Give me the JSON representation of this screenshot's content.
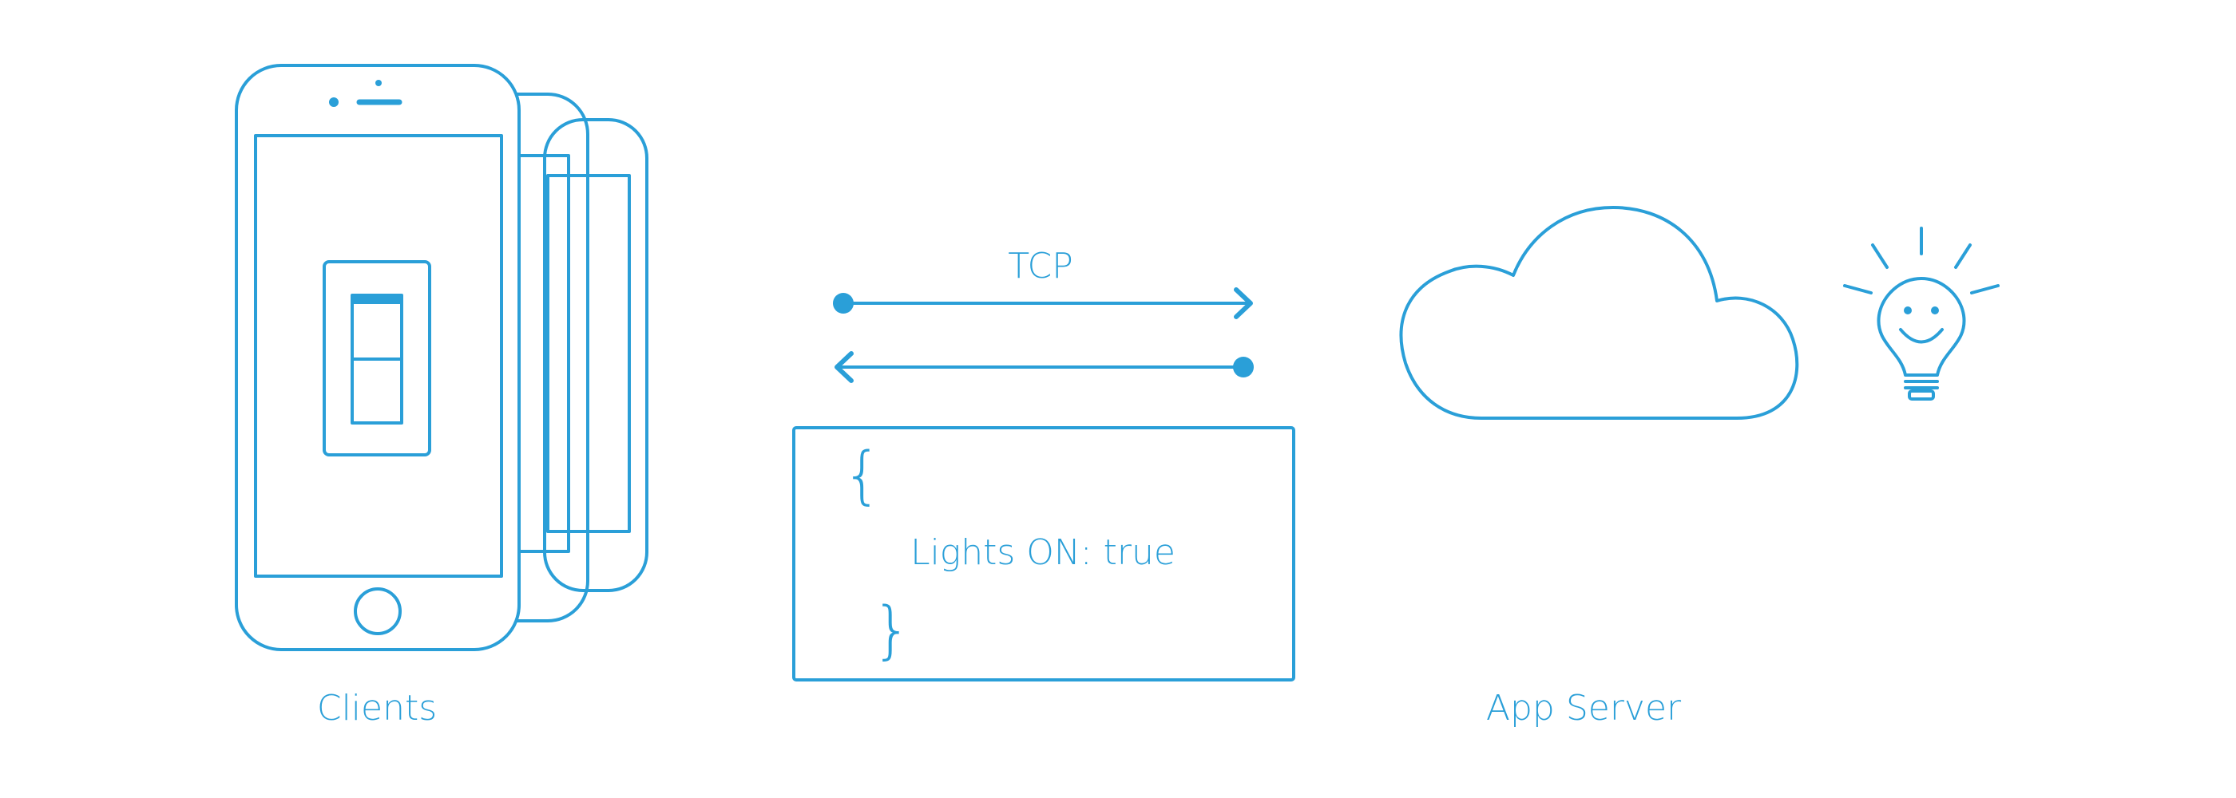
{
  "labels": {
    "clients": "Clients",
    "protocol": "TCP",
    "payload": "Lights ON: true",
    "server": "App Server"
  },
  "payload_braces": {
    "open": "{",
    "close": "}"
  },
  "colors": {
    "accent": "#2a9fd8",
    "background": "#ffffff"
  },
  "icons": [
    "phone-icon",
    "light-switch-icon",
    "arrow-right-icon",
    "arrow-left-icon",
    "cloud-icon",
    "lightbulb-icon"
  ]
}
